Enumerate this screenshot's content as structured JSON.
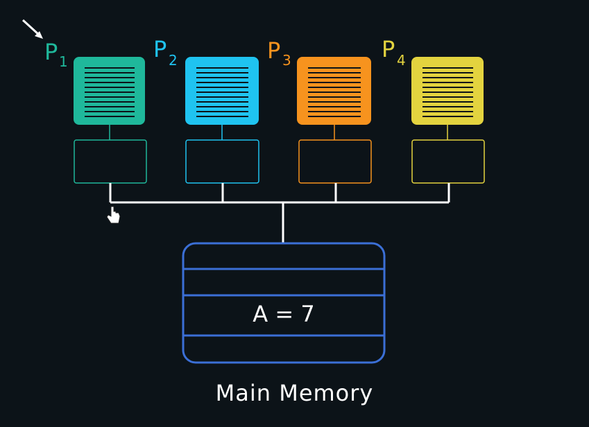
{
  "processors": [
    {
      "id": "p1",
      "name": "P",
      "sub": "1",
      "color": "#1fb89b"
    },
    {
      "id": "p2",
      "name": "P",
      "sub": "2",
      "color": "#1fc3f0"
    },
    {
      "id": "p3",
      "name": "P",
      "sub": "3",
      "color": "#f7931e"
    },
    {
      "id": "p4",
      "name": "P",
      "sub": "4",
      "color": "#e3d33f"
    }
  ],
  "memory": {
    "value_text": "A = 7",
    "caption": "Main Memory",
    "color": "#3b6fd6"
  },
  "bus_color": "#ffffff"
}
